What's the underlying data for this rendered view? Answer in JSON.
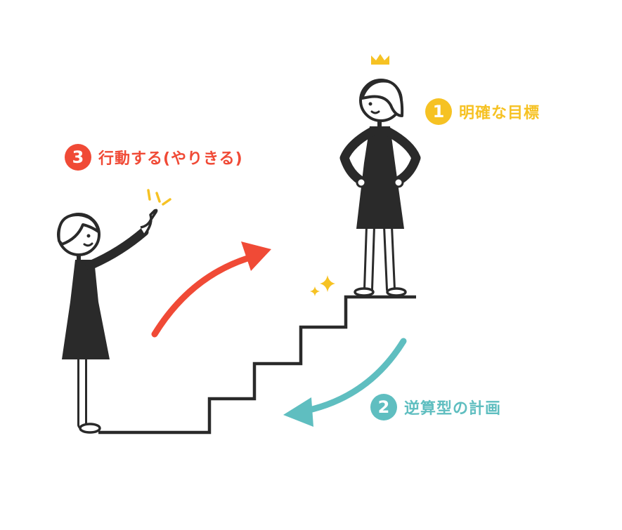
{
  "colors": {
    "ink": "#2a2a2a",
    "goal": "#f6c223",
    "plan": "#5fbec0",
    "action": "#f04a36",
    "sparkle": "#f6c223"
  },
  "steps": [
    {
      "number": "1",
      "label": "明確な目標",
      "color": "#f6c223"
    },
    {
      "number": "2",
      "label": "逆算型の計画",
      "color": "#5fbec0"
    },
    {
      "number": "3",
      "label": "行動する(やりきる)",
      "color": "#f04a36"
    }
  ],
  "icons": {
    "crown": "crown-icon",
    "sparkle": "sparkle-icon",
    "pointing_lines": "emphasis-lines-icon"
  }
}
